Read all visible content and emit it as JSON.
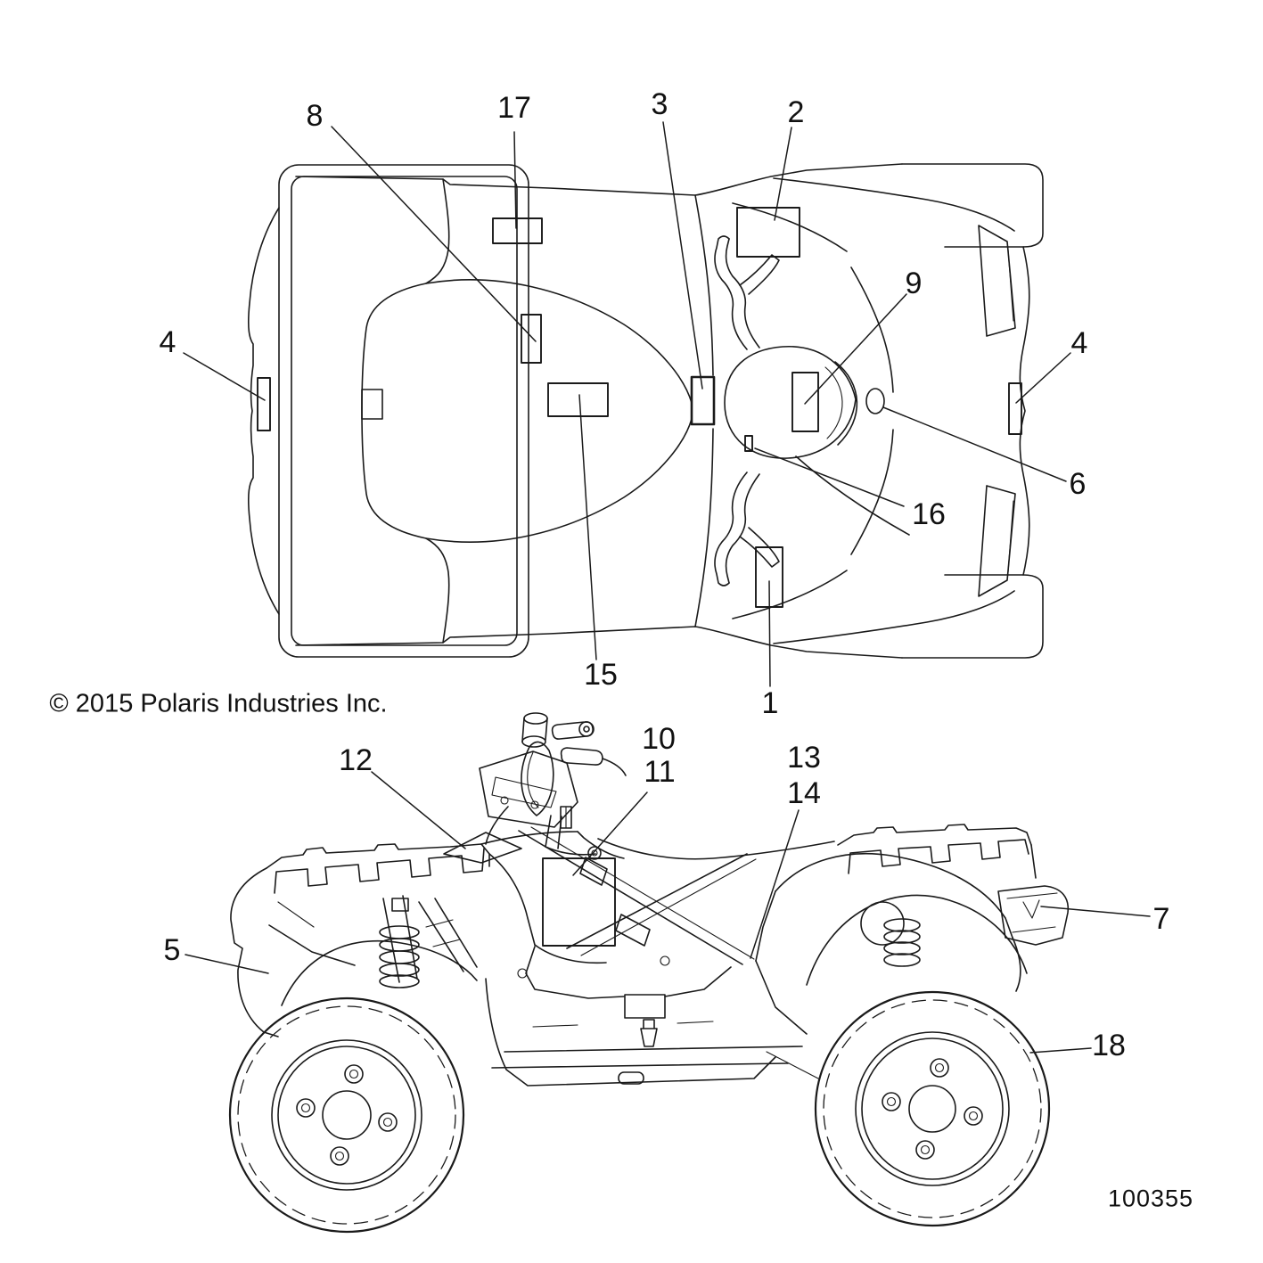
{
  "diagram": {
    "copyright": "© 2015 Polaris Industries Inc.",
    "part_number": "100355",
    "callouts": {
      "1": "1",
      "2": "2",
      "3": "3",
      "4": "4",
      "5": "5",
      "6": "6",
      "7": "7",
      "8": "8",
      "9": "9",
      "10": "10",
      "11": "11",
      "12": "12",
      "13": "13",
      "14": "14",
      "15": "15",
      "16": "16",
      "17": "17",
      "18": "18"
    }
  }
}
